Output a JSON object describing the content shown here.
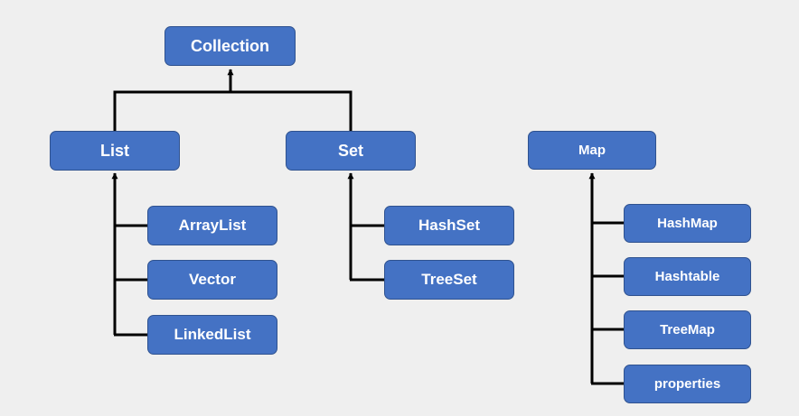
{
  "nodes": {
    "collection": "Collection",
    "list": "List",
    "set": "Set",
    "map": "Map",
    "arraylist": "ArrayList",
    "vector": "Vector",
    "linkedlist": "LinkedList",
    "hashset": "HashSet",
    "treeset": "TreeSet",
    "hashmap": "HashMap",
    "hashtable": "Hashtable",
    "treemap": "TreeMap",
    "properties": "properties"
  },
  "colors": {
    "background": "#efefef",
    "node_fill": "#4472c4",
    "node_border": "#2f528f",
    "node_text": "#ffffff",
    "connector": "#000000"
  }
}
